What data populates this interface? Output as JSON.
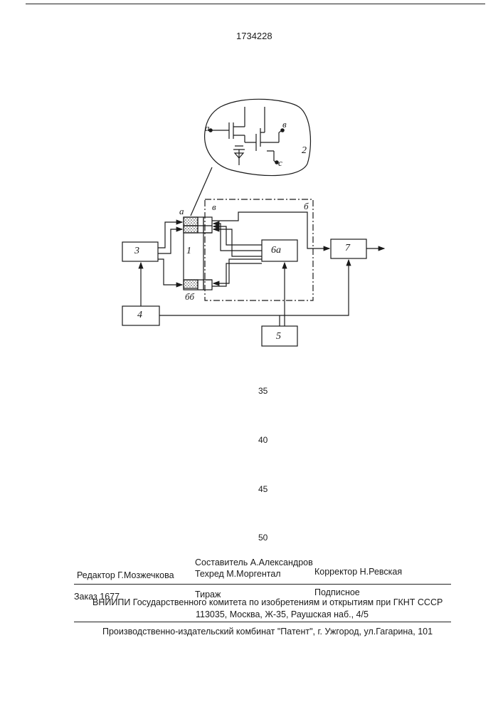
{
  "patent_number": "1734228",
  "diagram": {
    "blocks": {
      "b1": "1",
      "b3": "3",
      "b4": "4",
      "b5": "5",
      "b6a": "6a",
      "b7": "7"
    },
    "labels": {
      "inset_num": "2",
      "a_top": "a",
      "v_top": "в",
      "bb": "бб",
      "six": "б",
      "inset_a": "a",
      "inset_v": "в",
      "inset_c": "c"
    }
  },
  "margin_numbers": [
    "35",
    "40",
    "45",
    "50"
  ],
  "colophon": {
    "compiler": "Составитель А.Александров",
    "editor": "Редактор  Г.Мозжечкова",
    "techred": "Техред М.Моргентал",
    "corrector": "Корректор   Н.Ревская",
    "order": "Заказ  1677",
    "circulation": "Тираж",
    "subscription": "Подписное",
    "institute": "ВНИИПИ Государственного комитета по изобретениям и открытиям при ГКНТ СССР",
    "address": "113035, Москва, Ж-35, Раушская наб., 4/5",
    "publisher": "Производственно-издательский комбинат \"Патент\", г. Ужгород, ул.Гагарина, 101"
  }
}
